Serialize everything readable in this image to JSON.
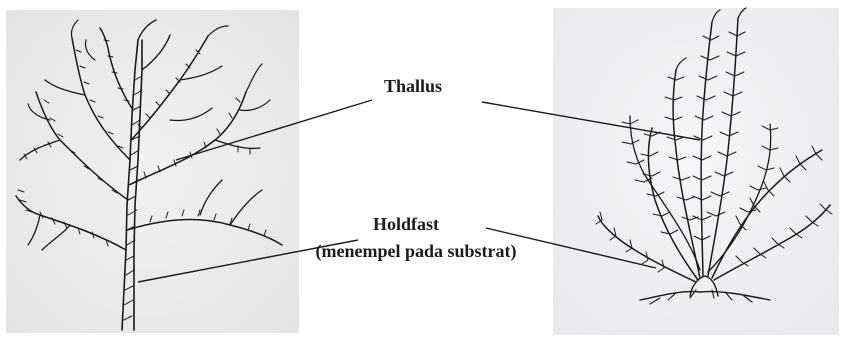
{
  "labels": {
    "thallus": "Thallus",
    "holdfast": "Holdfast",
    "holdfast_note": "(menempel pada substrat)"
  },
  "colors": {
    "ink": "#1a1a1a",
    "panel_left": "#ececec",
    "panel_right": "#f2f1f4",
    "background": "#ffffff"
  }
}
